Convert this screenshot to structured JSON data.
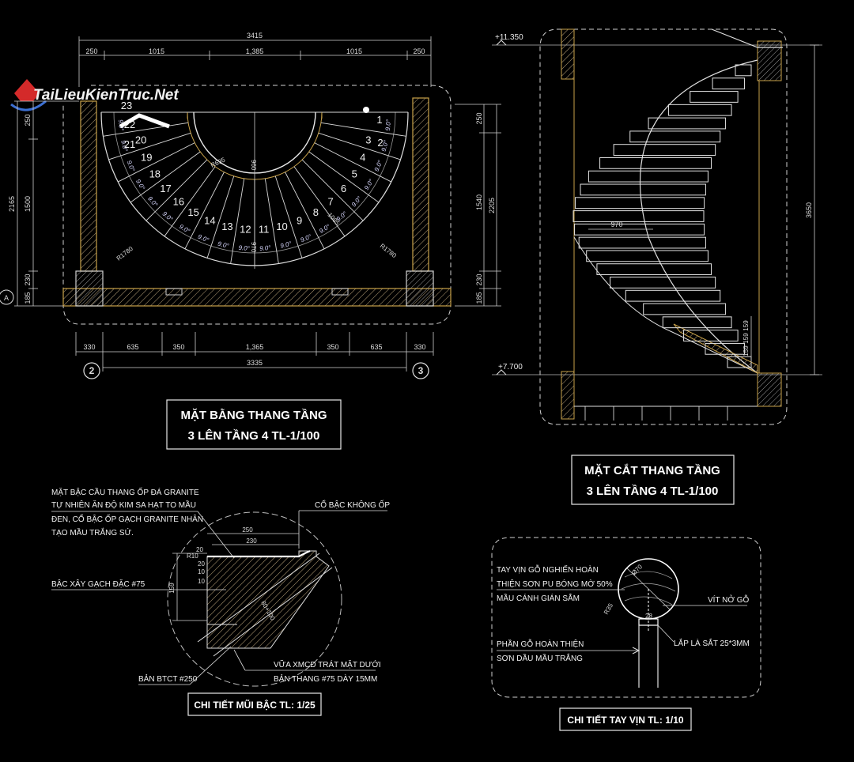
{
  "watermark": {
    "text": "TaiLieuKienTruc.Net",
    "colors": {
      "primary": "#d42a2a",
      "secondary": "#3c6fd1"
    }
  },
  "plan": {
    "title_line1": "MẶT BẰNG THANG TẦNG",
    "title_line2": "3 LÊN TẦNG 4 TL-1/100",
    "top_dim_total": "3415",
    "top_dims": [
      "250",
      "1015",
      "1,385",
      "1015",
      "250"
    ],
    "bottom_dims": [
      "330",
      "635",
      "350",
      "1,365",
      "350",
      "635",
      "330"
    ],
    "bottom_total": "3335",
    "left_outer": "2165",
    "left_dims": [
      "250",
      "1500",
      "230",
      "185"
    ],
    "right_outer": "2205",
    "right_dims": [
      "250",
      "1540",
      "230",
      "185"
    ],
    "inner_radius": "R695",
    "outer_radius_left": "R1780",
    "outer_radius_right": "R1780",
    "center_dim": "960",
    "center_dim_lower": "970",
    "diag_dim": "1085",
    "step_angle": "9.0°",
    "steps": [
      "1",
      "2",
      "3",
      "4",
      "5",
      "6",
      "7",
      "8",
      "9",
      "10",
      "11",
      "12",
      "13",
      "14",
      "15",
      "16",
      "17",
      "18",
      "19",
      "20",
      "21",
      "22",
      "23"
    ],
    "axis_left": "2",
    "axis_right": "3",
    "axis_side": "A"
  },
  "section": {
    "title_line1": "MẶT CẮT THANG TẦNG",
    "title_line2": "3 LÊN TẦNG 4 TL-1/100",
    "level_top": "+11.350",
    "level_bottom": "+7.700",
    "height_dim": "3650",
    "tread_dim": "970",
    "riser_dims": [
      "159",
      "159",
      "159"
    ]
  },
  "step_detail": {
    "title": "CHI TIẾT MŨI BẬC TL: 1/25",
    "note_finish": [
      "MẶT BẬC CẦU THANG ỐP ĐÁ GRANITE",
      "TỰ NHIÊN ĂN ĐỘ KIM SA HẠT TO MẦU",
      "ĐEN, CỔ BẬC ỐP GẠCH GRANITE NHÂN",
      "TẠO MẦU TRẮNG SỨ."
    ],
    "note_riser": "CỔ BẬC KHÔNG ỐP",
    "note_brick": "BẬC XÂY GẠCH ĐẶC #75",
    "note_slab": "BẢN BTCT #250",
    "note_mortar": [
      "VỮA XMCĐ TRÁT MẶT DƯỚI",
      "BẢN THANG #75 DÀY 15MM"
    ],
    "dim_250": "250",
    "dim_230": "230",
    "dim_20a": "20",
    "dim_r10": "R10",
    "dim_20b": "20",
    "dim_10a": "10",
    "dim_10b": "10",
    "dim_159": "159",
    "dim_80_100": "80+100"
  },
  "rail_detail": {
    "title": "CHI TIẾT TAY VỊN TL: 1/10",
    "note_handrail": [
      "TAY VỊN GỖ NGHIẾN HOÀN",
      "THIỆN SƠN PU BÓNG MỜ 50%",
      "MẦU CÁNH GIÁN SẪM"
    ],
    "note_screw": "VÍT NỞ GỖ",
    "note_wood": [
      "PHẦN GỖ HOÀN THIỆN",
      "SƠN DẦU MẦU TRẮNG"
    ],
    "note_steel": "LẮP LÀ SẮT 25*3MM",
    "dim_diameter": "Ø70",
    "dim_radius": "R35",
    "dim_width": "28"
  }
}
